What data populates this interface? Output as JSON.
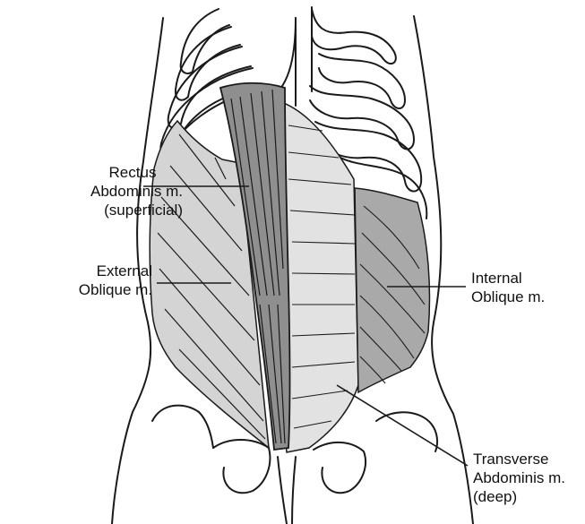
{
  "labels": {
    "rectus": {
      "line1": "Rectus",
      "line2": "Abdominis m.",
      "line3": "(superficial)"
    },
    "external_oblique": {
      "line1": "External",
      "line2": "Oblique m."
    },
    "internal_oblique": {
      "line1": "Internal",
      "line2": "Oblique m."
    },
    "transverse": {
      "line1": "Transverse",
      "line2": "Abdominis m.",
      "line3": "(deep)"
    }
  },
  "colors": {
    "outline": "#1a1a1a",
    "external_oblique_fill": "#d4d4d4",
    "rectus_fill": "#8f8f8f",
    "transverse_fill": "#e2e2e2",
    "internal_oblique_fill": "#a9a9a9",
    "background": "#ffffff"
  }
}
